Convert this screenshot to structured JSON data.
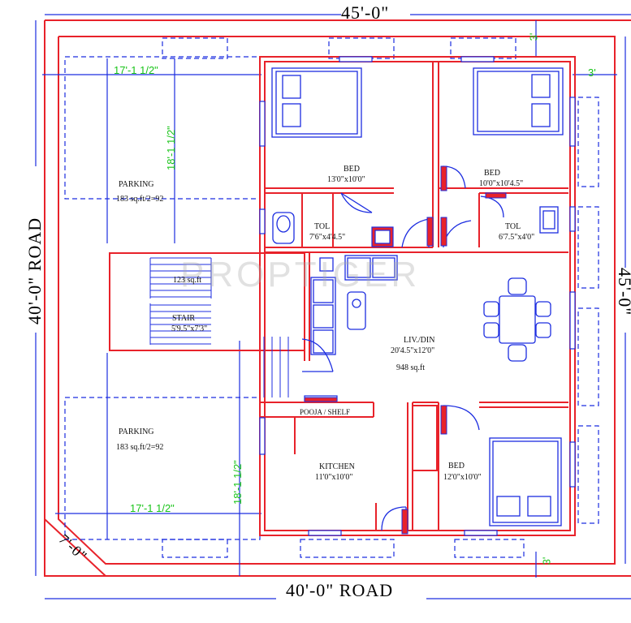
{
  "dimensions": {
    "top": "45'-0\"",
    "bottom": "40'-0\" ROAD",
    "left": "40'-0\" ROAD",
    "right": "45'-0\"",
    "corner": "7'-0\"",
    "setback_top": "3'",
    "setback_right": "3'",
    "setback_bottom": "3'",
    "parking_w_top": "17'-1 1/2\"",
    "parking_h_top": "18'-1 1/2\"",
    "parking_w_bottom": "17'-1 1/2\"",
    "parking_h_bottom": "18'-1 1/2\""
  },
  "rooms": {
    "bed1": {
      "name": "BED",
      "size": "13'0\"x10'0\""
    },
    "bed2": {
      "name": "BED",
      "size": "10'0\"x10'4.5\""
    },
    "bed3": {
      "name": "BED",
      "size": "12'0\"x10'0\""
    },
    "toilet1": {
      "name": "TOL",
      "size": "7'6\"x4'4.5\""
    },
    "toilet2": {
      "name": "TOL",
      "size": "6'7.5\"x4'0\""
    },
    "living": {
      "name": "LIV./DIN",
      "size": "20'4.5\"x12'0\"",
      "area": "948 sq.ft"
    },
    "kitchen": {
      "name": "KITCHEN",
      "size": "11'0\"x10'0\""
    },
    "pooja": {
      "name": "POOJA / SHELF"
    },
    "stair": {
      "name": "STAIR",
      "size": "5'9.5\"x7'3\"",
      "area": "123 sq.ft"
    },
    "parking_top": {
      "name": "PARKING",
      "area": "183 sq.ft/2=92"
    },
    "parking_bottom": {
      "name": "PARKING",
      "area": "183 sq.ft/2=92"
    }
  },
  "watermark": "PROPTIGER",
  "colors": {
    "wall": "#e8222a",
    "furniture": "#1c2de0",
    "dimension": "#1c2de0",
    "dim_text": "#19c419"
  }
}
